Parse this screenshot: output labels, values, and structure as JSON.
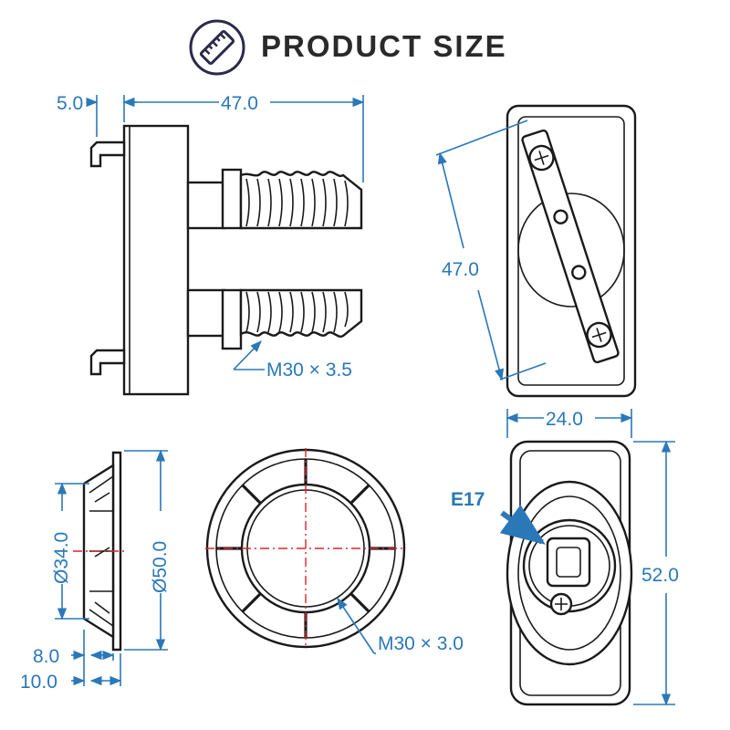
{
  "header": {
    "title": "PRODUCT SIZE",
    "icon": "ruler-icon",
    "accent": "#2a78b8"
  },
  "side_view": {
    "width_flange": "5.0",
    "length": "47.0",
    "thread": "M30 × 3.5"
  },
  "top_view": {
    "length": "47.0"
  },
  "ring_side": {
    "inner_diameter": "Ø34.0",
    "outer_diameter": "Ø50.0",
    "thickness_a": "8.0",
    "thickness_b": "10.0"
  },
  "ring_front": {
    "thread": "M30 × 3.0"
  },
  "socket_front": {
    "width": "24.0",
    "height": "52.0",
    "type": "E17"
  },
  "colors": {
    "dimension": "#2a78b8",
    "outline": "#1a1a1a",
    "centerline": "#d9262b"
  }
}
